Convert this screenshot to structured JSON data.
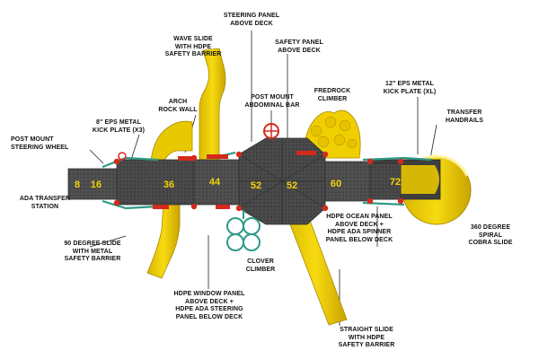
{
  "labels": {
    "steering_panel": "STEERING PANEL\nABOVE DECK",
    "wave_slide": "WAVE SLIDE\nWITH HDPE\nSAFETY BARRIER",
    "safety_panel": "SAFETY PANEL\nABOVE DECK",
    "arch_rock_wall": "ARCH\nROCK WALL",
    "post_mount_abdominal": "POST MOUNT\nABDOMINAL BAR",
    "fredrock": "FREDROCK\nCLIMBER",
    "kick_plate_xl": "12\" EPS METAL\nKICK PLATE (XL)",
    "transfer_handrails": "TRANSFER\nHANDRAILS",
    "kick_plate_x3": "8\" EPS METAL\nKICK PLATE (X3)",
    "post_mount_steering": "POST MOUNT\nSTEERING WHEEL",
    "ada_transfer": "ADA TRANSFER\nSTATION",
    "ocean_panel": "HDPE OCEAN PANEL\nABOVE DECK +\nHDPE ADA SPINNER\nPANEL BELOW DECK",
    "spiral_slide": "360 DEGREE\nSPIRAL\nCOBRA SLIDE",
    "ninety_slide": "90 DEGREE SLIDE\nWITH METAL\nSAFETY BARRIER",
    "clover": "CLOVER\nCLIMBER",
    "window_panel": "HDPE WINDOW PANEL\nABOVE DECK +\nHDPE ADA STEERING\nPANEL BELOW DECK",
    "straight_slide": "STRAIGHT SLIDE\nWITH HDPE\nSAFETY BARRIER"
  },
  "deck_heights": [
    "8",
    "16",
    "36",
    "44",
    "52",
    "52",
    "60",
    "72"
  ],
  "colors": {
    "slide_yellow": "#f2d000",
    "slide_shade": "#c9a800",
    "deck_grey": "#4f4f4f",
    "deck_dark": "#3a3a3a",
    "post_red": "#d42a1c",
    "rail_teal": "#2f9a86",
    "number_yellow": "#f4d20b"
  },
  "icons": [
    "steering-wheel-icon",
    "clover-climber-icon",
    "rock-climber-icon"
  ]
}
